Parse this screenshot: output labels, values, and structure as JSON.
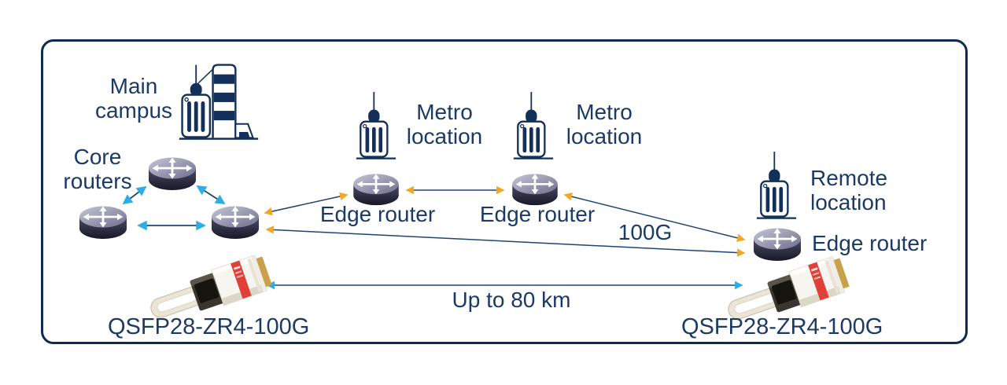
{
  "colors": {
    "frame_border": "#0d2a52",
    "text": "#1b3a66",
    "line": "#1e4570",
    "arrow_cyan": "#2aaee5",
    "arrow_orange": "#f5a623",
    "router_body_dark": "#1e1e34",
    "router_top_light": "#9b9bb4",
    "transceiver_red": "#e04038",
    "transceiver_gold": "#c7a14b"
  },
  "icons": {
    "router": "router-cylinder-icon",
    "tower": "office-tower-icon",
    "campus": "campus-buildings-icon",
    "transceiver": "qsfp-module-icon"
  },
  "nodes": {
    "main_campus": {
      "lines": [
        "Main",
        "campus"
      ]
    },
    "core_routers": {
      "lines": [
        "Core",
        "routers"
      ]
    },
    "metro_location_1": {
      "lines": [
        "Metro",
        "location"
      ]
    },
    "metro_location_2": {
      "lines": [
        "Metro",
        "location"
      ]
    },
    "remote_location": {
      "lines": [
        "Remote",
        "location"
      ]
    },
    "edge_router_1": {
      "label": "Edge router"
    },
    "edge_router_2": {
      "label": "Edge router"
    },
    "edge_router_remote": {
      "label": "Edge router"
    },
    "transceiver_left": {
      "label": "QSFP28-ZR4-100G"
    },
    "transceiver_right": {
      "label": "QSFP28-ZR4-100G"
    }
  },
  "links": {
    "speed_label": "100G",
    "distance_label": "Up to 80 km",
    "connections": [
      {
        "from": "core-router-top",
        "to": "core-router-left",
        "arrows": "cyan",
        "bidirectional": true
      },
      {
        "from": "core-router-top",
        "to": "core-router-right",
        "arrows": "cyan",
        "bidirectional": true
      },
      {
        "from": "core-router-left",
        "to": "core-router-right",
        "arrows": "cyan",
        "bidirectional": true
      },
      {
        "from": "core-router-right",
        "to": "edge-router-1",
        "arrows": "orange",
        "bidirectional": true
      },
      {
        "from": "edge-router-1",
        "to": "edge-router-2",
        "arrows": "orange",
        "bidirectional": true
      },
      {
        "from": "edge-router-2",
        "to": "edge-router-remote",
        "arrows": "orange",
        "bidirectional": true,
        "label": "100G"
      },
      {
        "from": "core-router-right",
        "to": "edge-router-remote",
        "arrows": "orange",
        "bidirectional": true,
        "label": "100G"
      },
      {
        "from": "transceiver-left",
        "to": "transceiver-right",
        "arrows": "cyan",
        "bidirectional": true,
        "label": "Up to 80 km"
      }
    ]
  }
}
